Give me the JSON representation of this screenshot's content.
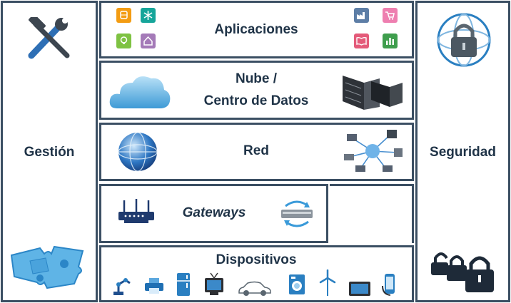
{
  "layers": {
    "management": {
      "label": "Gestión"
    },
    "security": {
      "label": "Seguridad"
    },
    "applications": {
      "label": "Aplicaciones"
    },
    "cloud": {
      "label_line1": "Nube /",
      "label_line2": "Centro de Datos"
    },
    "network": {
      "label": "Red"
    },
    "gateways": {
      "label": "Gateways"
    },
    "devices": {
      "label": "Dispositivos"
    }
  },
  "colors": {
    "border": "#3b4f63",
    "text": "#1f3347",
    "accent_blue": "#2a7fc1",
    "tile_orange": "#f39c12",
    "tile_teal": "#16a59a",
    "tile_green": "#7ec242",
    "tile_purple": "#a47ab8",
    "tile_slate": "#5d7ea6",
    "tile_pink": "#ee7fb0",
    "tile_rose": "#e45b7a",
    "tile_darkgreen": "#3f9e4d"
  },
  "icons": {
    "app_tiles": [
      "bus-icon",
      "snowflake-icon",
      "bulb-icon",
      "home-icon",
      "factory-icon",
      "cart-icon",
      "book-icon",
      "chart-icon"
    ],
    "devices": [
      "robot-arm-icon",
      "printer-icon",
      "fridge-icon",
      "tv-icon",
      "car-icon",
      "washer-icon",
      "wind-turbine-icon",
      "tablet-icon",
      "phone-icon"
    ]
  }
}
